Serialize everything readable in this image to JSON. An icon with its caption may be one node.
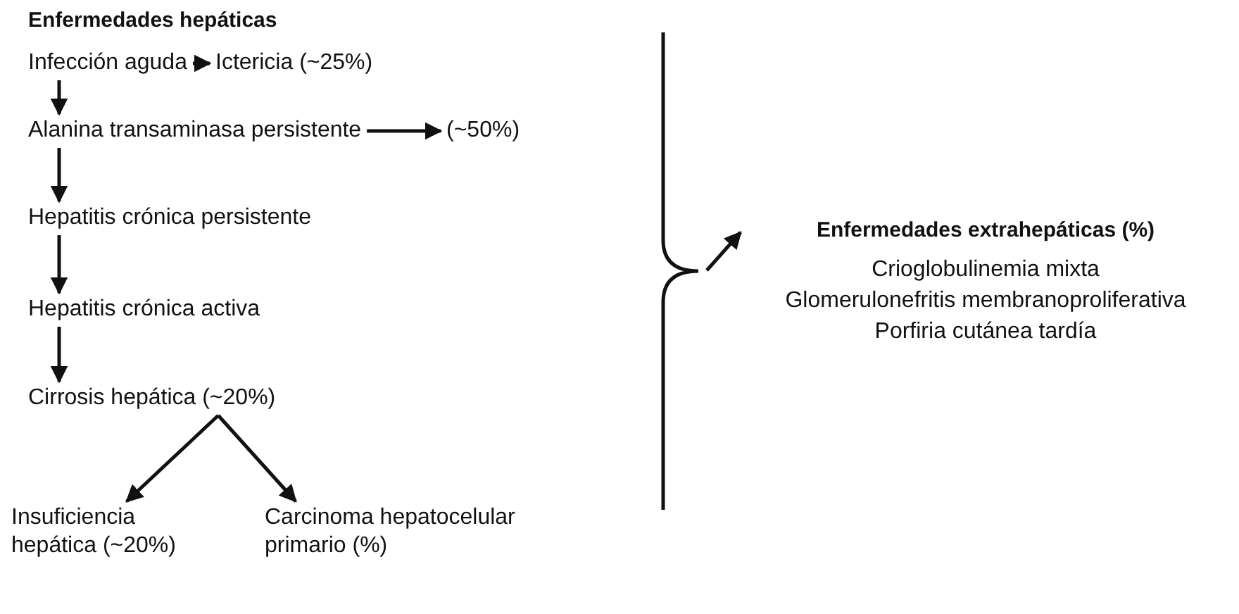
{
  "diagram": {
    "title": "Enfermedades hepáticas",
    "nodes": [
      {
        "text": [
          "Infección aguda"
        ]
      },
      {
        "text": [
          "Ictericia (~25%)"
        ]
      },
      {
        "text": [
          "Alanina transaminasa persistente"
        ]
      },
      {
        "text": [
          "(~50%)"
        ]
      },
      {
        "text": [
          "Hepatitis crónica persistente"
        ]
      },
      {
        "text": [
          "Hepatitis crónica activa"
        ]
      },
      {
        "text": [
          "Cirrosis hepática (~20%)"
        ]
      },
      {
        "text": [
          "Insuficiencia hepática (~20%)"
        ]
      },
      {
        "text": [
          "Carcinoma hepatocelular primario (%)"
        ]
      },
      {
        "text": [],
        "shape": "bracket"
      },
      {
        "text": [
          "Enfermedades extrahepáticas (%)",
          "Crioglobulinemia mixta",
          "Glomerulonefritis membranoproliferativa",
          "Porfiria cutánea tardía"
        ]
      }
    ],
    "edges": [
      {
        "from": 0,
        "to": 1,
        "arrow": "to"
      },
      {
        "from": 0,
        "to": 2,
        "arrow": "to"
      },
      {
        "from": 2,
        "to": 3,
        "arrow": "to"
      },
      {
        "from": 2,
        "to": 4,
        "arrow": "to"
      },
      {
        "from": 4,
        "to": 5,
        "arrow": "to"
      },
      {
        "from": 5,
        "to": 6,
        "arrow": "to"
      },
      {
        "from": 6,
        "to": 7,
        "arrow": "to"
      },
      {
        "from": 6,
        "to": 8,
        "arrow": "to"
      },
      {
        "from": 9,
        "to": 10,
        "arrow": "to"
      }
    ]
  }
}
